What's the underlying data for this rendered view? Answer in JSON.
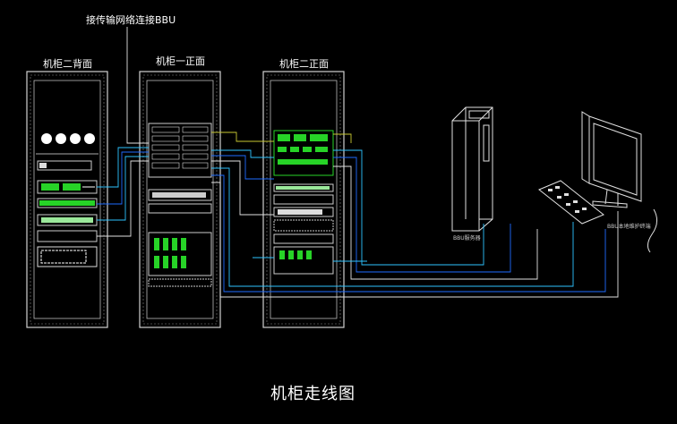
{
  "labels": {
    "network_note": "接传输网络连接BBU",
    "cab2_back": "机柜二背面",
    "cab1_front": "机柜一正面",
    "cab2_front": "机柜二正面",
    "server": "BBU服务器",
    "terminal": "BBU本地维护终端"
  },
  "caption": "机柜走线图",
  "colors": {
    "background": "#000000",
    "cable_white": "#e0e0e0",
    "cable_cyan": "#2ec4ff",
    "cable_blue": "#1e6bff",
    "cable_yellow": "#c8c832",
    "equipment_green": "#27d327"
  }
}
